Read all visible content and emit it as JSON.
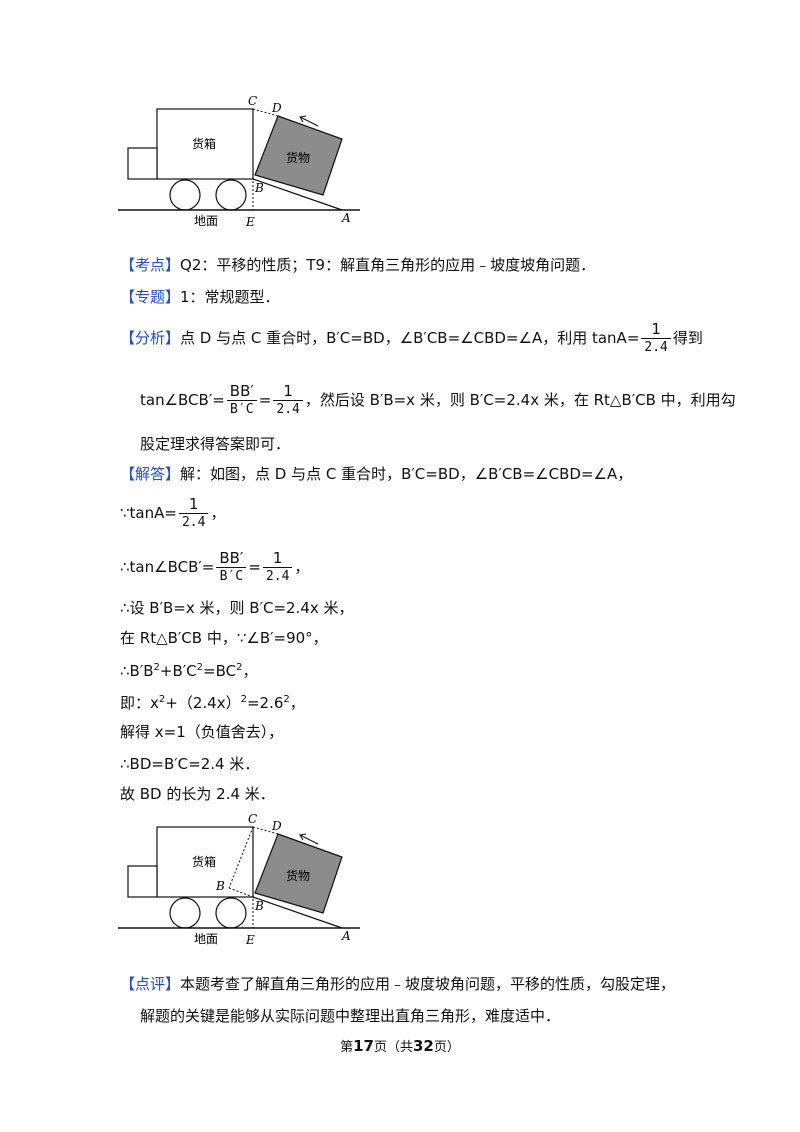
{
  "fig1": {
    "box_label": "货箱",
    "cargo_label": "货物",
    "ground_label": "地面",
    "C": "C",
    "D": "D",
    "B": "B",
    "E": "E",
    "A": "A"
  },
  "fig2": {
    "box_label": "货箱",
    "cargo_label": "货物",
    "ground_label": "地面",
    "C": "C",
    "D": "D",
    "B": "B",
    "Bp": "B",
    "E": "E",
    "A": "A"
  },
  "kaodian": {
    "tag": "【考点】",
    "text": "Q2：平移的性质；T9：解直角三角形的应用﹣坡度坡角问题．"
  },
  "zhuanti": {
    "tag": "【专题】",
    "text": "1：常规题型．"
  },
  "fenxi": {
    "tag": "【分析】",
    "text1": "点 D 与点 C 重合时，B′C=BD，∠B′CB=∠CBD=∠A，利用 tanA=",
    "frac_num": "1",
    "frac_den": "2.4",
    "text2": "得到",
    "l2_a": "tan∠BCB′=",
    "l2_f1_num": "BB′",
    "l2_f1_den": "B′C",
    "l2_eq": "=",
    "l2_f2_num": "1",
    "l2_f2_den": "2.4",
    "l2_b": "，然后设 B′B=x 米，则 B′C=2.4x 米，在 Rt△B′CB 中，利用勾",
    "l3": "股定理求得答案即可．"
  },
  "jieda": {
    "tag": "【解答】",
    "l1": "解：如图，点 D 与点 C 重合时，B′C=BD，∠B′CB=∠CBD=∠A，",
    "l2_a": "∵tanA=",
    "l2_num": "1",
    "l2_den": "2.4",
    "l2_b": "，",
    "l3_a": "∴tan∠BCB′=",
    "l3_f1_num": "BB′",
    "l3_f1_den": "B′C",
    "l3_eq": "=",
    "l3_f2_num": "1",
    "l3_f2_den": "2.4",
    "l3_b": "，",
    "l4": "∴设 B′B=x 米，则 B′C=2.4x 米，",
    "l5": "在 Rt△B′CB 中，∵∠B′=90°，",
    "l6_a": "∴B′B",
    "l6_s1": "2",
    "l6_b": "+B′C",
    "l6_s2": "2",
    "l6_c": "=BC",
    "l6_s3": "2",
    "l6_d": "，",
    "l7_a": "即：x",
    "l7_s1": "2",
    "l7_b": "+（2.4x）",
    "l7_s2": "2",
    "l7_c": "=2.6",
    "l7_s3": "2",
    "l7_d": "，",
    "l8": "解得 x=1（负值舍去），",
    "l9": "∴BD=B′C=2.4 米．",
    "l10": "故 BD 的长为 2.4 米．"
  },
  "dianping": {
    "tag": "【点评】",
    "l1": "本题考查了解直角三角形的应用﹣坡度坡角问题，平移的性质，勾股定理，",
    "l2": "解题的关键是能够从实际问题中整理出直角三角形，难度适中．"
  },
  "footer": {
    "a": "第",
    "page": "17",
    "b": "页（共",
    "total": "32",
    "c": "页）"
  }
}
